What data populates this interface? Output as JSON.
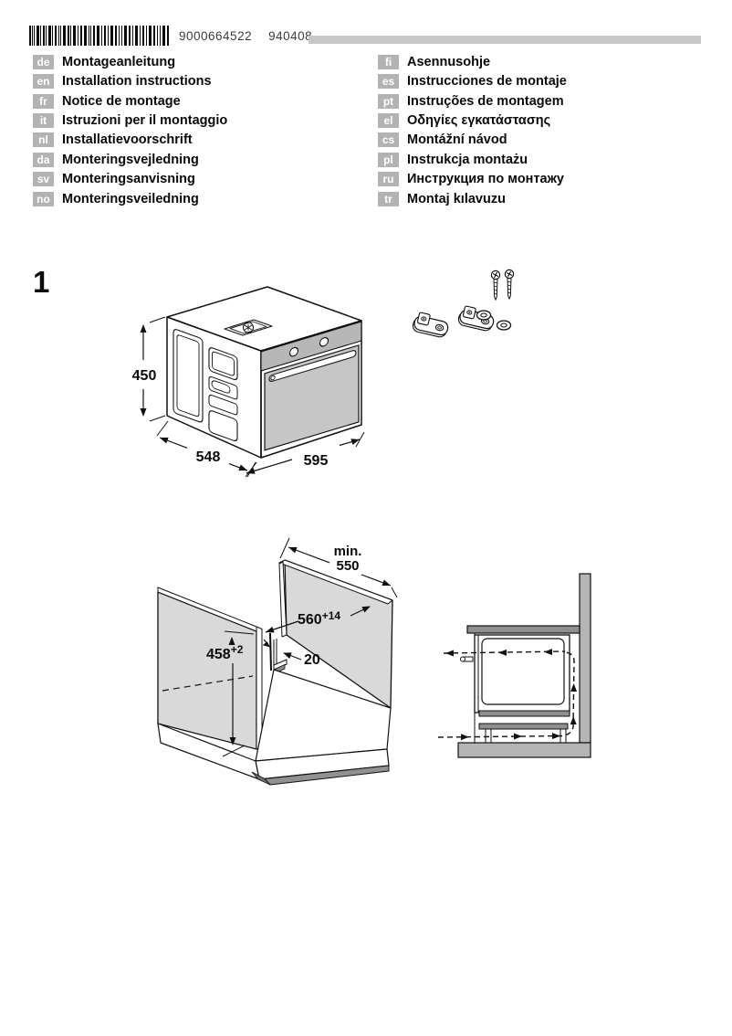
{
  "header": {
    "barcode_number": "9000664522",
    "date_code": "940408"
  },
  "languages": {
    "left": [
      {
        "code": "de",
        "label": "Montageanleitung"
      },
      {
        "code": "en",
        "label": "Installation instructions"
      },
      {
        "code": "fr",
        "label": "Notice de montage"
      },
      {
        "code": "it",
        "label": "Istruzioni per il montaggio"
      },
      {
        "code": "nl",
        "label": "Installatievoorschrift"
      },
      {
        "code": "da",
        "label": "Monteringsvejledning"
      },
      {
        "code": "sv",
        "label": "Monteringsanvisning"
      },
      {
        "code": "no",
        "label": "Monteringsveiledning"
      }
    ],
    "right": [
      {
        "code": "fi",
        "label": "Asennusohje"
      },
      {
        "code": "es",
        "label": "Instrucciones de montaje"
      },
      {
        "code": "pt",
        "label": "Instruções de montagem"
      },
      {
        "code": "el",
        "label": "Οδηγίες εγκατάστασης"
      },
      {
        "code": "cs",
        "label": "Montážní návod"
      },
      {
        "code": "pl",
        "label": "Instrukcja montażu"
      },
      {
        "code": "ru",
        "label": "Инструкция по монтажу"
      },
      {
        "code": "tr",
        "label": "Montaj kılavuzu"
      }
    ]
  },
  "figure": {
    "number": "1",
    "oven_dims": {
      "height": "450",
      "depth": "548",
      "width": "595"
    },
    "cabinet_dims": {
      "min_label": "min.",
      "min_depth": "550",
      "niche_width": "560",
      "niche_width_tol": "+14",
      "niche_height": "458",
      "niche_height_tol": "+2",
      "gap": "20"
    }
  },
  "colors": {
    "badge_gray": "#b3b3b3",
    "bar_gray": "#c7c7c7",
    "panel_gray": "#d9d9d9",
    "door_gray": "#c6c6c6",
    "dark_gray": "#8f8f8f",
    "wall_gray": "#b5b5b5"
  }
}
